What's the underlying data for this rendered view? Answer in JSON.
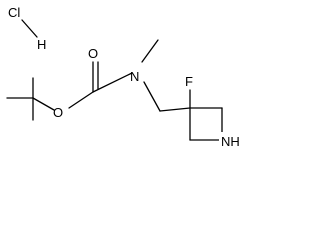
{
  "molecule": {
    "atom_labels": {
      "cl": "Cl",
      "h": "H",
      "o_carbonyl": "O",
      "o_ester": "O",
      "n_carbamate": "N",
      "f": "F",
      "nh": "NH"
    },
    "bond_color": "#000000"
  }
}
